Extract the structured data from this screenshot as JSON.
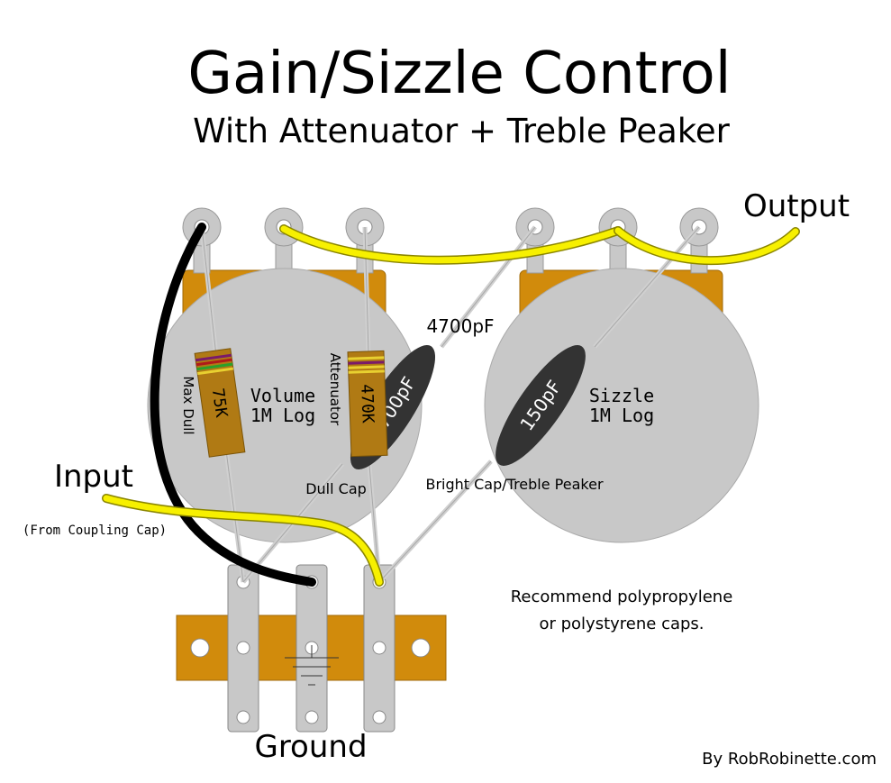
{
  "title": "Gain/Sizzle Control",
  "subtitle": "With Attenuator + Treble Peaker",
  "labels": {
    "output": "Output",
    "input": "Input",
    "input_note": "(From Coupling Cap)",
    "ground": "Ground",
    "max_dull": "Max Dull",
    "attenuator": "Attenuator",
    "dull_cap": "Dull Cap",
    "bright_cap": "Bright Cap/Treble Peaker",
    "cap_4700": "4700pF"
  },
  "pots": {
    "volume": {
      "line1": "Volume",
      "line2": "1M Log"
    },
    "sizzle": {
      "line1": "Sizzle",
      "line2": "1M Log"
    }
  },
  "components": {
    "resistor_75k": "75K",
    "resistor_470k": "470K",
    "cap_150pf": "150pF",
    "cap_4700_body": "4700pF"
  },
  "note": {
    "line1": "Recommend polypropylene",
    "line2": "or polystyrene caps."
  },
  "credit": "By RobRobinette.com",
  "colors": {
    "pot_body": "#c8c8c8",
    "pot_tab": "#d18b0c",
    "wire_yellow": "#f7f000",
    "wire_black": "#000000",
    "lead_wire": "#cfcfcf",
    "cap_body": "#333333",
    "resistor_body": "#b07a14"
  }
}
